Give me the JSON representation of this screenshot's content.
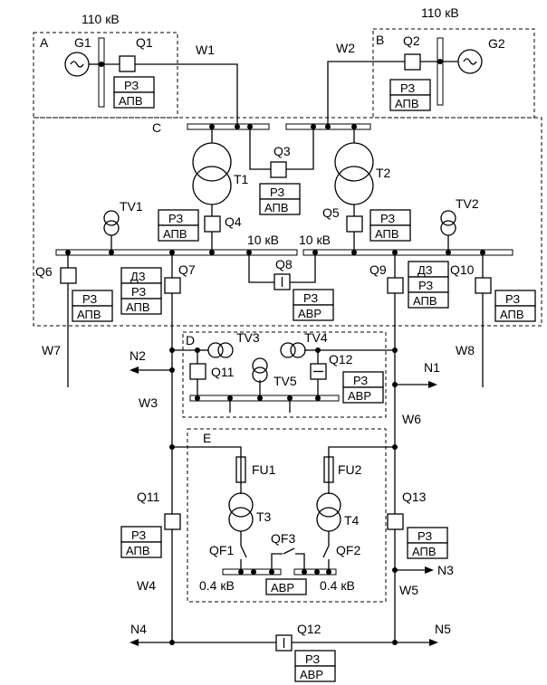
{
  "voltages": {
    "hv_a": "110 кВ",
    "hv_b": "110 кВ",
    "mv_left": "10 кВ",
    "mv_right": "10 кВ",
    "lv_left": "0.4 кВ",
    "lv_right": "0.4 кВ"
  },
  "zones": {
    "a": "A",
    "b": "B",
    "c": "C",
    "d": "D",
    "e": "E"
  },
  "generators": {
    "g1": "G1",
    "g2": "G2"
  },
  "transformers": {
    "t1": "T1",
    "t2": "T2",
    "t3": "T3",
    "t4": "T4"
  },
  "voltage_transformers": {
    "tv1": "TV1",
    "tv2": "TV2",
    "tv3": "TV3",
    "tv4": "TV4",
    "tv5": "TV5"
  },
  "switches": {
    "q1": "Q1",
    "q2": "Q2",
    "q3": "Q3",
    "q4": "Q4",
    "q5": "Q5",
    "q6": "Q6",
    "q7": "Q7",
    "q8": "Q8",
    "q9": "Q9",
    "q10": "Q10",
    "q11": "Q11",
    "q12": "Q12",
    "q11b": "Q11",
    "q13": "Q13",
    "q12b": "Q12"
  },
  "lines": {
    "w1": "W1",
    "w2": "W2",
    "w3": "W3",
    "w4": "W4",
    "w5": "W5",
    "w6": "W6",
    "w7": "W7",
    "w8": "W8"
  },
  "loads": {
    "n1": "N1",
    "n2": "N2",
    "n3": "N3",
    "n4": "N4",
    "n5": "N5"
  },
  "fuses": {
    "fu1": "FU1",
    "fu2": "FU2"
  },
  "breakers": {
    "qf1": "QF1",
    "qf2": "QF2",
    "qf3": "QF3"
  },
  "relays": {
    "rz": "РЗ",
    "apv": "АПВ",
    "avr": "АВР",
    "dz": "ДЗ"
  }
}
